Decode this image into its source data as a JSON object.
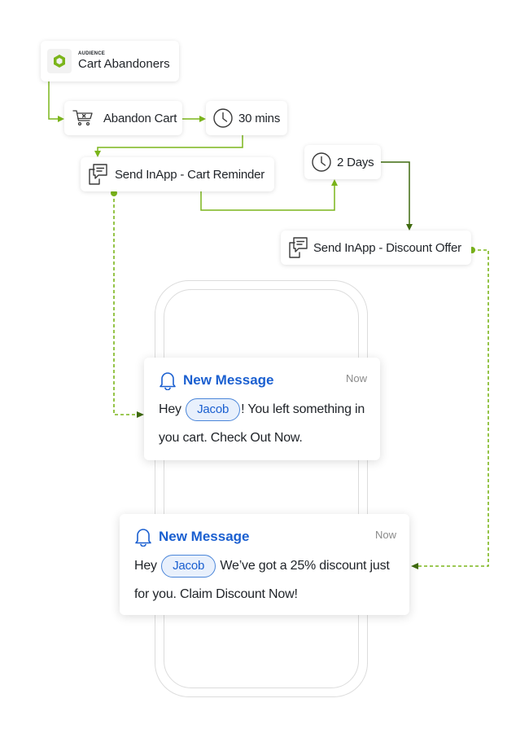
{
  "colors": {
    "accent_green": "#7bb51b",
    "dark_green": "#3f6a0f",
    "message_blue": "#1a5fd0",
    "pill_border": "#4b86d9",
    "pill_fill": "#e8f0fc"
  },
  "audience": {
    "sublabel": "AUDIENCE",
    "title": "Cart Abandoners",
    "icon": "hexagon-badge-icon"
  },
  "nodes": {
    "abandon_cart": {
      "label": "Abandon Cart",
      "icon": "shopping-cart-icon"
    },
    "wait_30": {
      "label": "30 mins",
      "icon": "clock-icon"
    },
    "inapp_reminder": {
      "label": "Send InApp  - Cart Reminder",
      "icon": "inapp-message-icon"
    },
    "wait_2days": {
      "label": "2 Days",
      "icon": "clock-icon"
    },
    "inapp_discount": {
      "label": "Send InApp - Discount Offer",
      "icon": "inapp-message-icon"
    }
  },
  "messages": [
    {
      "title": "New Message",
      "time": "Now",
      "prefix": "Hey",
      "name": "Jacob",
      "body": "! You left something in you cart. Check Out Now."
    },
    {
      "title": "New Message",
      "time": "Now",
      "prefix": "Hey",
      "name": "Jacob",
      "body": "We’ve got a 25% discount just for you. Claim Discount Now!"
    }
  ]
}
